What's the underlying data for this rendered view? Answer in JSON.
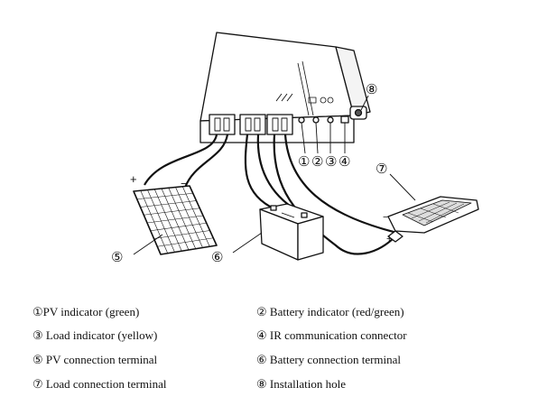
{
  "callouts": {
    "c1": "①",
    "c2": "②",
    "c3": "③",
    "c4": "④",
    "c5": "⑤",
    "c6": "⑥",
    "c7": "⑦",
    "c8": "⑧"
  },
  "polarity": {
    "plus": "+",
    "minus": "−"
  },
  "legend": {
    "items": [
      "①PV indicator (green)",
      "② Battery indicator (red/green)",
      "③ Load indicator (yellow)",
      "④ IR communication connector",
      "⑤ PV connection terminal",
      "⑥ Battery connection terminal",
      "⑦ Load connection terminal",
      "⑧ Installation hole"
    ]
  },
  "colors": {
    "ink": "#111111",
    "background": "#ffffff"
  }
}
